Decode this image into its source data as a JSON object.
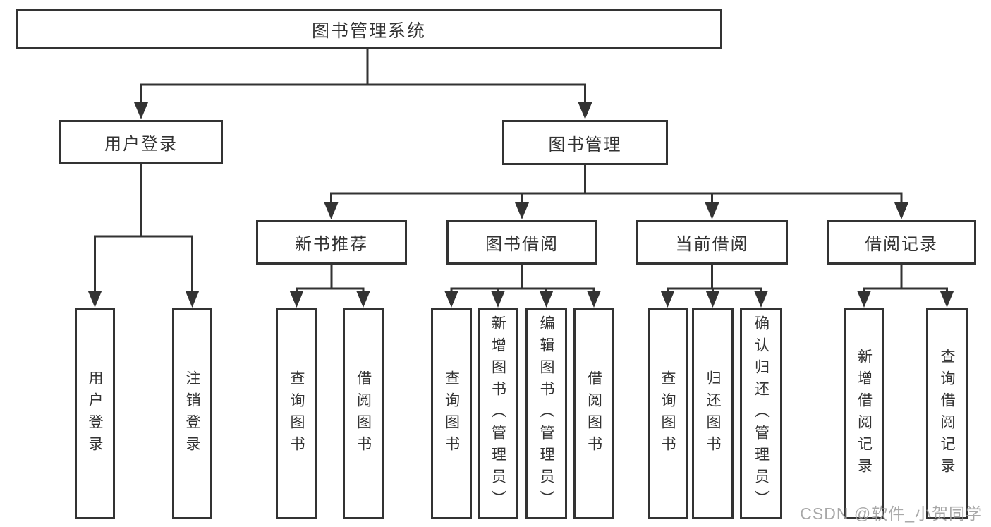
{
  "colors": {
    "line": "#333333",
    "text": "#333333",
    "box_background": "#ffffff",
    "background": "#ffffff",
    "watermark": "#9e9e9e"
  },
  "watermark": {
    "text": "CSDN @软件_小贺同学"
  },
  "tree": {
    "label": "图书管理系统",
    "children": [
      {
        "label": "用户登录",
        "children": [
          {
            "label": "用户登录"
          },
          {
            "label": "注销登录"
          }
        ]
      },
      {
        "label": "图书管理",
        "children": [
          {
            "label": "新书推荐",
            "children": [
              {
                "label": "查询图书"
              },
              {
                "label": "借阅图书"
              }
            ]
          },
          {
            "label": "图书借阅",
            "children": [
              {
                "label": "查询图书"
              },
              {
                "label": "新增图书（管理员）"
              },
              {
                "label": "编辑图书（管理员）"
              },
              {
                "label": "借阅图书"
              }
            ]
          },
          {
            "label": "当前借阅",
            "children": [
              {
                "label": "查询图书"
              },
              {
                "label": "归还图书"
              },
              {
                "label": "确认归还（管理员）"
              }
            ]
          },
          {
            "label": "借阅记录",
            "children": [
              {
                "label": "新增借阅记录"
              },
              {
                "label": "查询借阅记录"
              }
            ]
          }
        ]
      }
    ]
  }
}
